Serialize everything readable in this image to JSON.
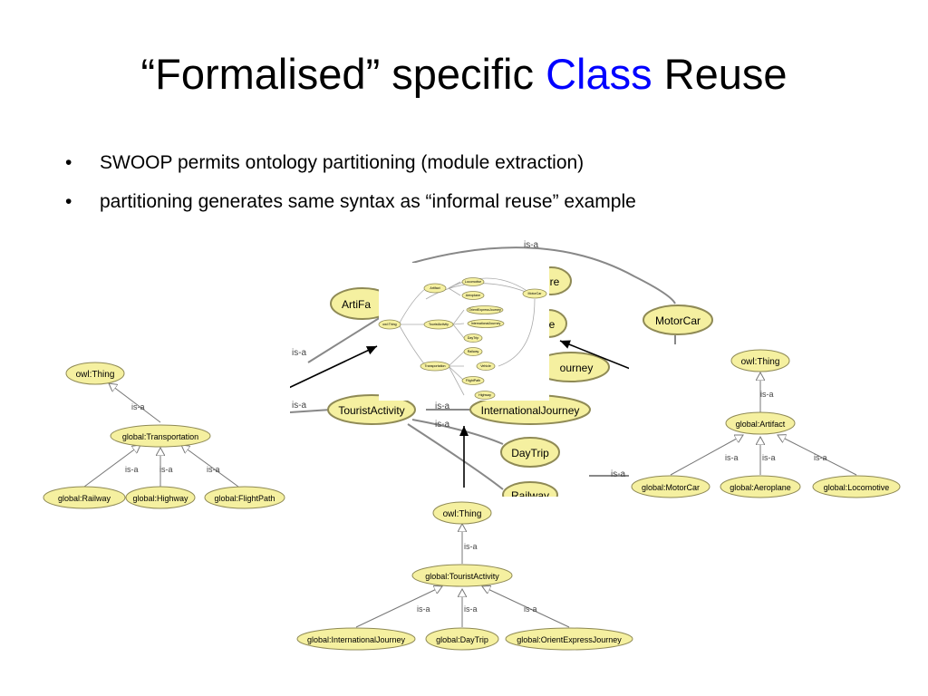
{
  "title": {
    "prefix": "“Formalised” specific ",
    "accent": "Class",
    "suffix": " Reuse",
    "accent_color": "#0000ff"
  },
  "bullets": [
    "SWOOP permits ontology partitioning (module extraction)",
    "partitioning generates same syntax as “informal reuse” example"
  ],
  "edge_label": "is-a",
  "colors": {
    "node_fill": "#f5f0a0",
    "node_stroke": "#8f8a55",
    "edge": "#777777"
  },
  "background_graph": {
    "nodes": [
      "ArtiFa",
      "re",
      "e",
      "MotorCar",
      "ourney",
      "TouristActivity",
      "InternationalJourney",
      "DayTrip",
      "Railway"
    ],
    "edge_labels": [
      "is-a",
      "is-a",
      "is-a",
      "is-a",
      "is-a",
      "is-a"
    ]
  },
  "center_graph": {
    "nodes": [
      "owl:Thing",
      "Artifact",
      "TouristActivity",
      "Transportation",
      "Locomotive",
      "Aeroplane",
      "MotorCar",
      "OrientExpressJourney",
      "InternationalJourney",
      "DayTrip",
      "Railway",
      "Vehicle",
      "FlightPath",
      "Highway"
    ]
  },
  "left_tree": {
    "root": "owl:Thing",
    "mid": "global:Transportation",
    "leaves": [
      "global:Railway",
      "global:Highway",
      "global:FlightPath"
    ]
  },
  "right_tree": {
    "root": "owl:Thing",
    "mid": "global:Artifact",
    "leaves": [
      "global:MotorCar",
      "global:Aeroplane",
      "global:Locomotive"
    ]
  },
  "bottom_tree": {
    "root": "owl:Thing",
    "mid": "global:TouristActivity",
    "leaves": [
      "global:InternationalJourney",
      "global:DayTrip",
      "global:OrientExpressJourney"
    ]
  }
}
